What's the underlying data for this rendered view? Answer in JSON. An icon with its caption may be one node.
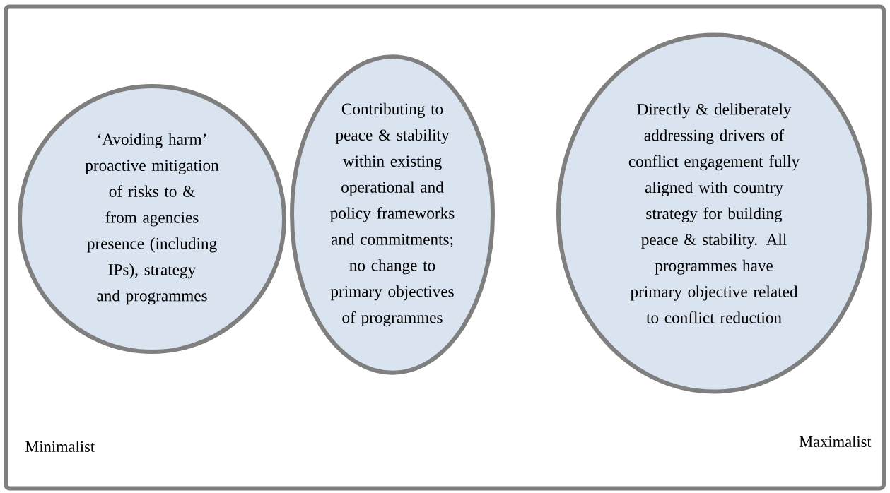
{
  "diagram": {
    "nodes": [
      {
        "text": [],
        "shape": "box"
      },
      {
        "text": [
          "‘Avoiding harm’ proactive mitigation of risks to & from agencies presence (including IPs), strategy and programmes"
        ],
        "in": 0
      },
      {
        "text": [
          "Contributing to peace & stability within existing operational and policy frameworks and commitments; no change to primary objectives of programmes"
        ],
        "in": 0
      },
      {
        "text": [
          "Directly & deliberately addressing drivers of conflict engagement fully aligned with country strategy for building peace & stability. All programmes have primary objective related to conflict reduction"
        ],
        "in": 0
      }
    ],
    "labels": [
      "Minimalist",
      "Maximalist"
    ]
  }
}
